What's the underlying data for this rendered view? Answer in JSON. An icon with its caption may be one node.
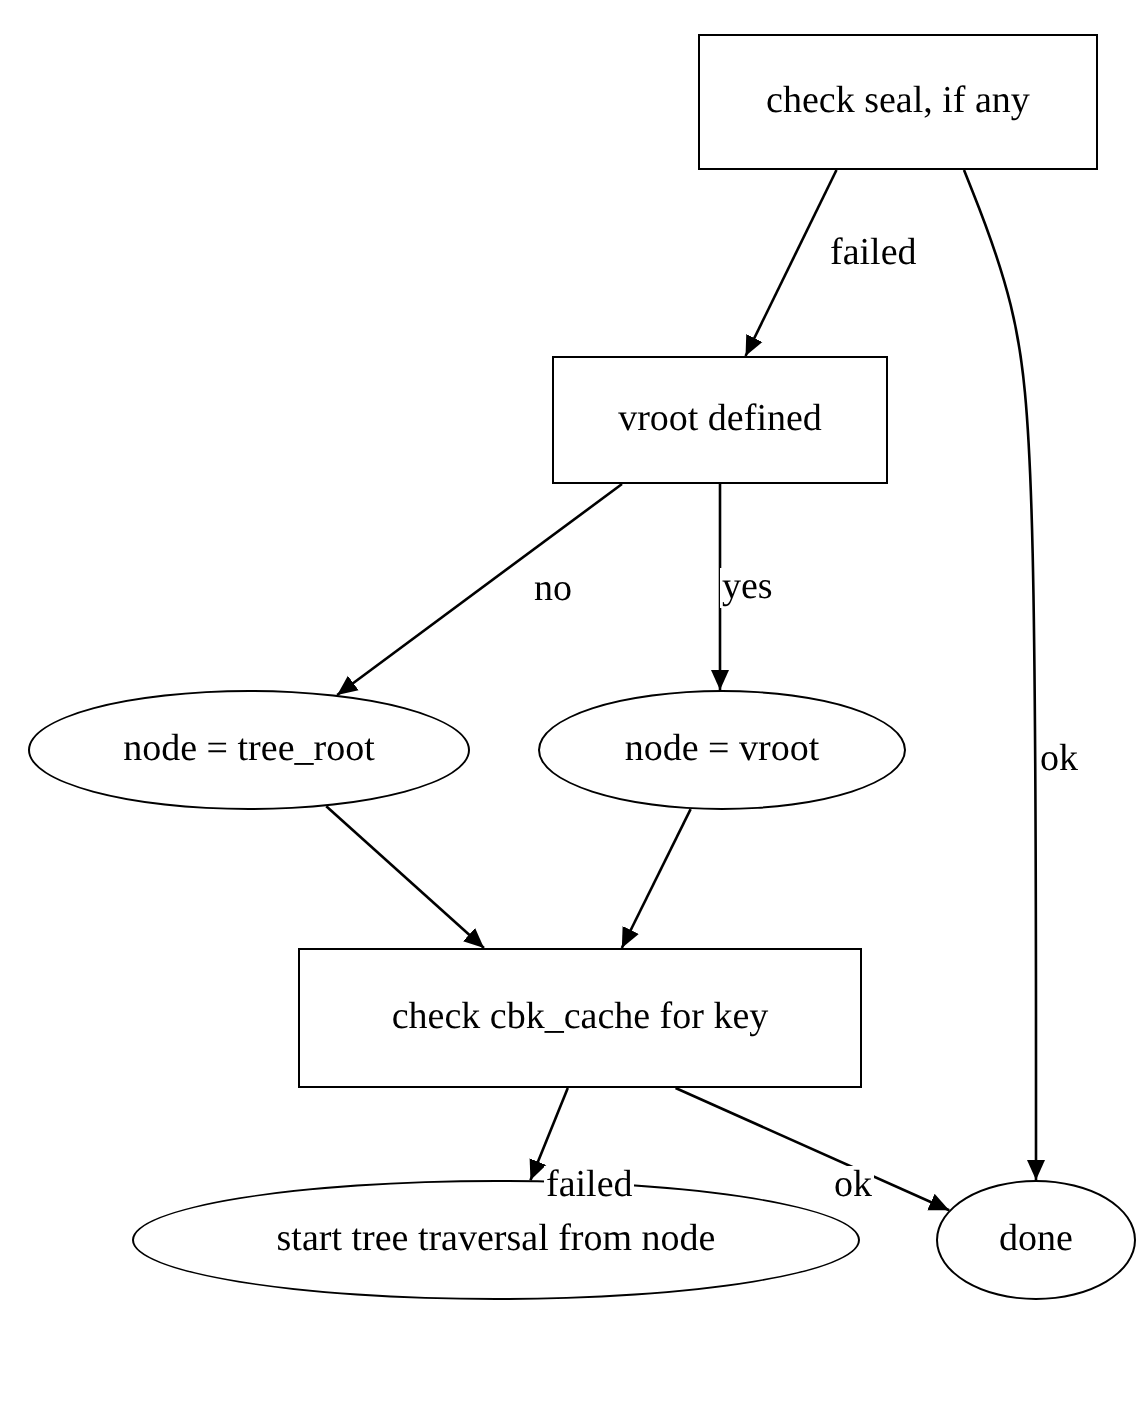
{
  "diagram": {
    "nodes": [
      {
        "text": [
          "check seal, if any"
        ]
      },
      {
        "text": [
          "vroot defined"
        ]
      },
      {
        "text": [
          "node = tree_root"
        ]
      },
      {
        "text": [
          "node = vroot"
        ]
      },
      {
        "text": [
          "check cbk_cache for key"
        ]
      },
      {
        "text": [
          "start tree traversal from node"
        ]
      },
      {
        "text": [
          "done"
        ]
      }
    ],
    "edges": [
      {
        "from": 0,
        "to": 1,
        "label": "failed",
        "arrow": "to"
      },
      {
        "from": 0,
        "to": 6,
        "label": "ok",
        "arrow": "to"
      },
      {
        "from": 1,
        "to": 2,
        "label": "no",
        "arrow": "to"
      },
      {
        "from": 1,
        "to": 3,
        "label": "yes",
        "arrow": "to"
      },
      {
        "from": 2,
        "to": 4,
        "arrow": "to"
      },
      {
        "from": 3,
        "to": 4,
        "arrow": "to"
      },
      {
        "from": 4,
        "to": 5,
        "label": "failed",
        "arrow": "to"
      },
      {
        "from": 4,
        "to": 6,
        "label": "ok",
        "arrow": "to"
      }
    ]
  }
}
